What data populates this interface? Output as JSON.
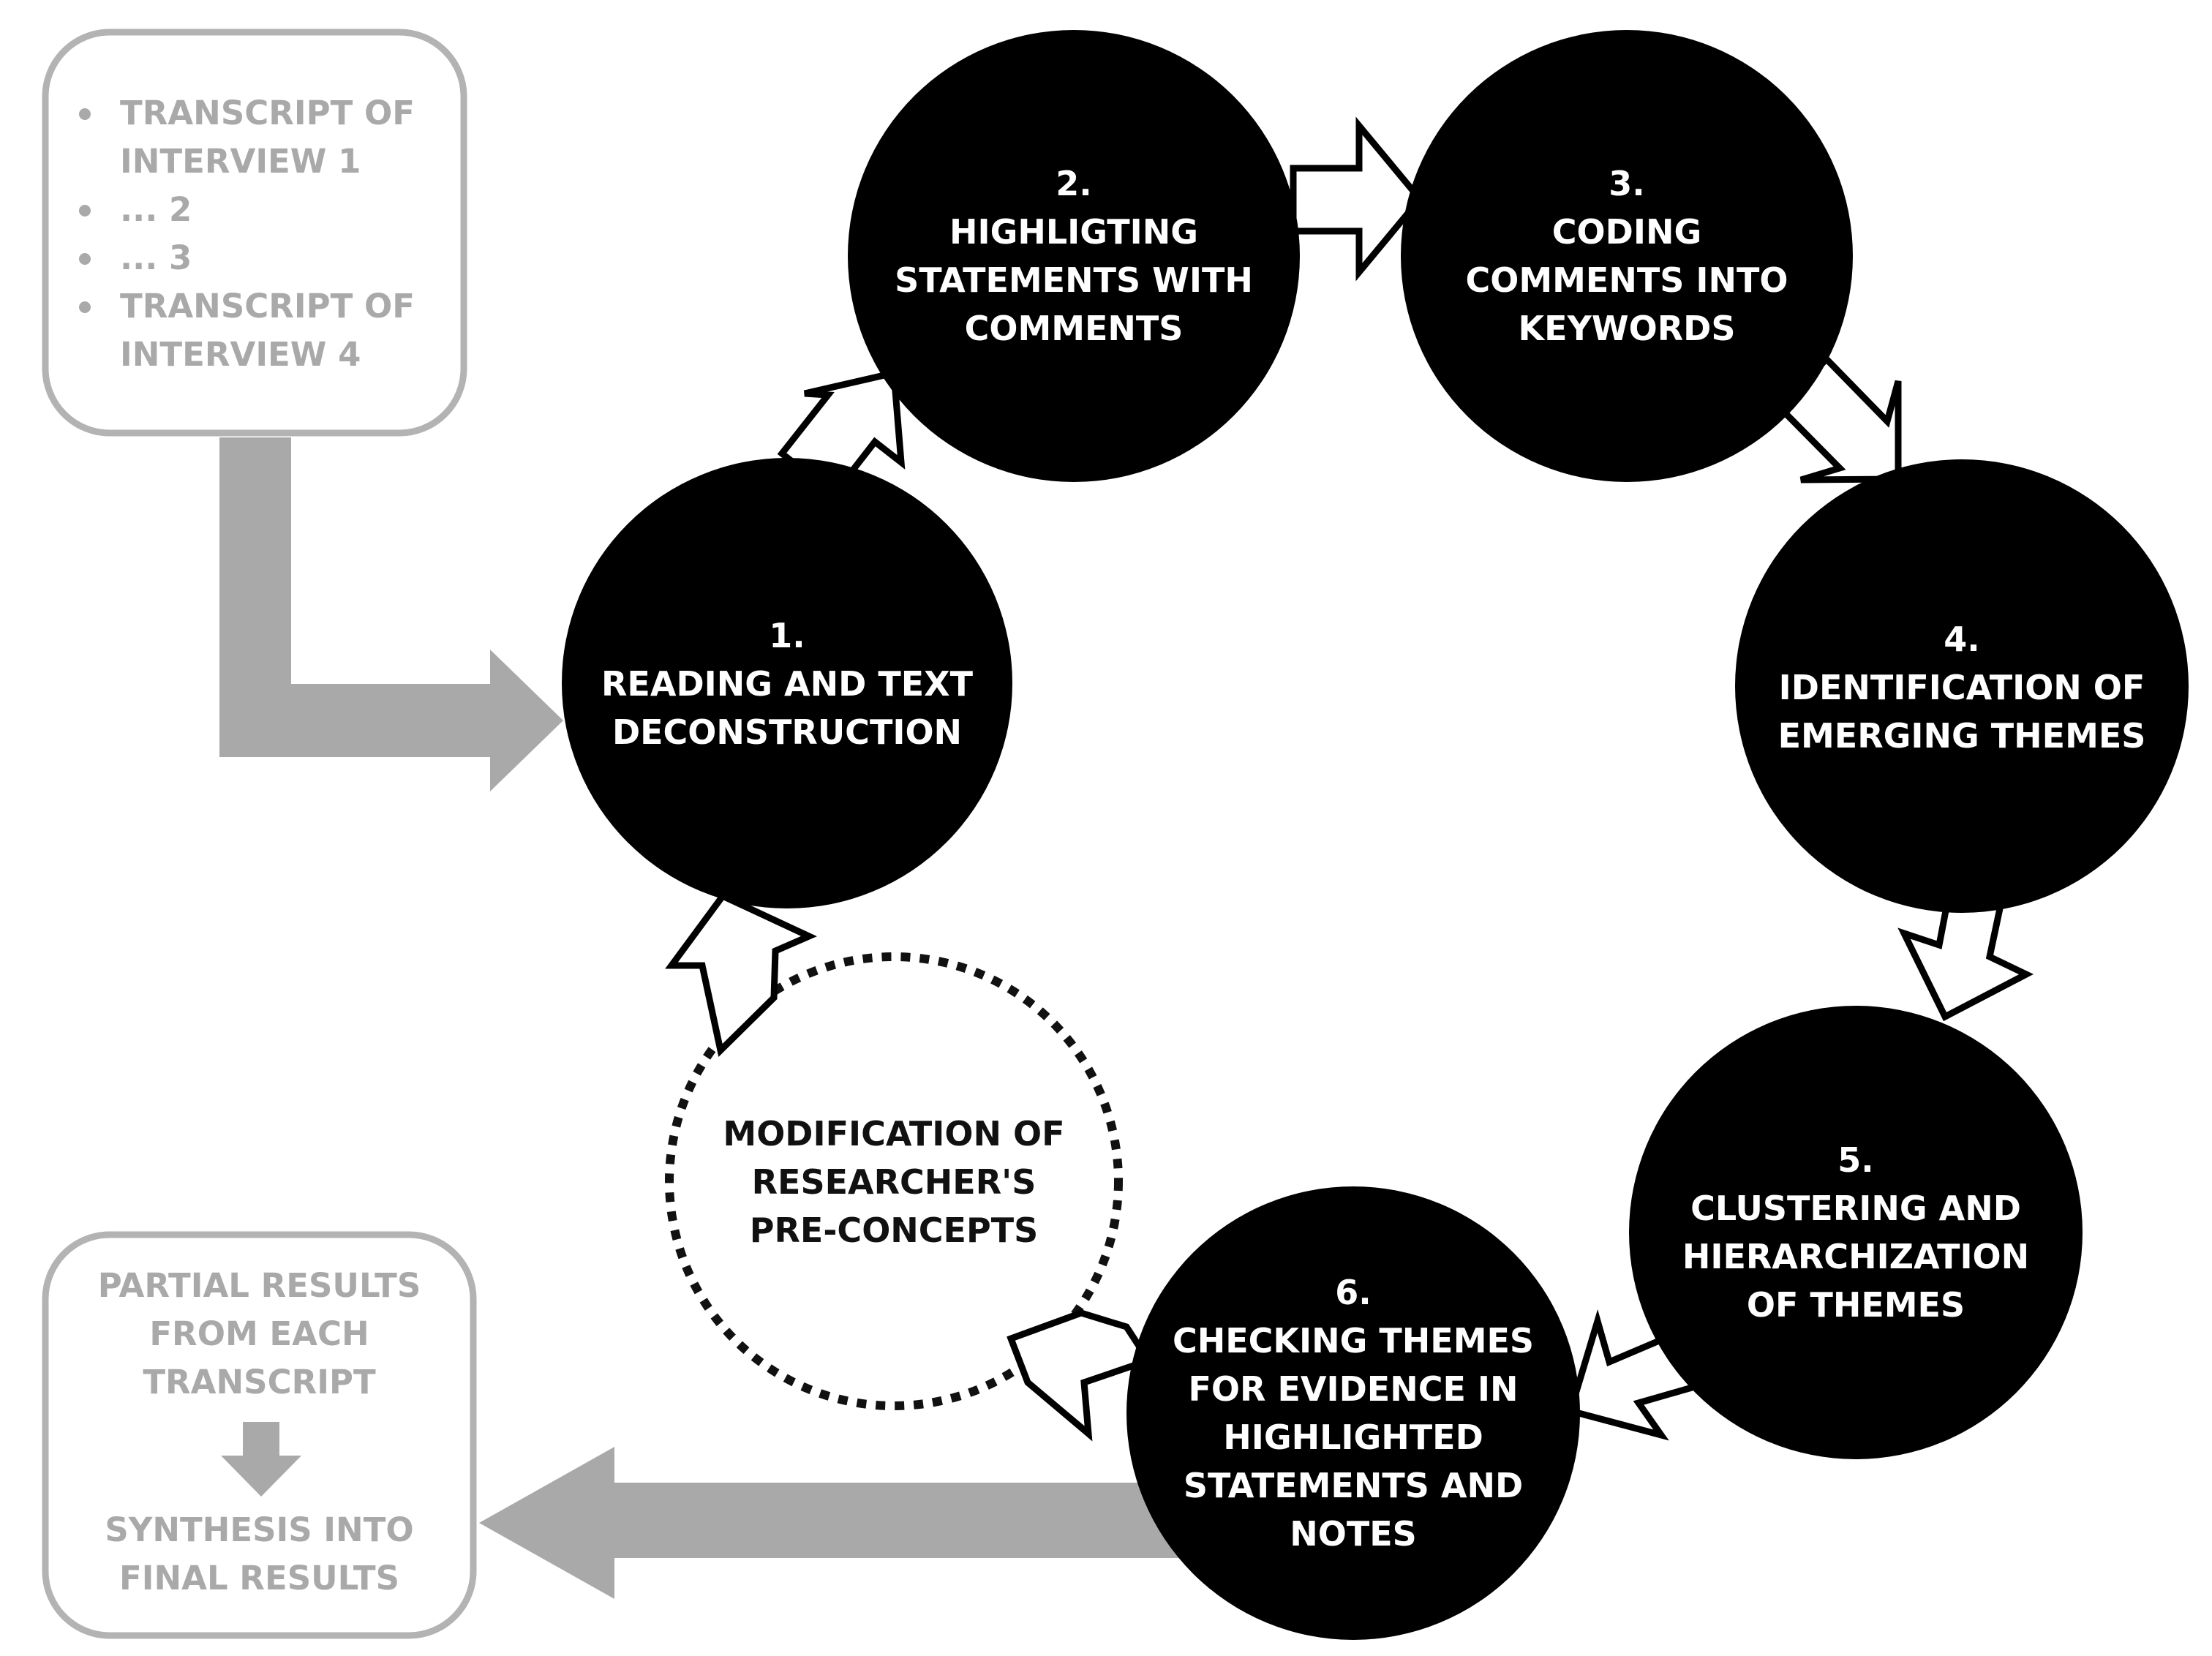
{
  "colors": {
    "circle_fill": "#000000",
    "circle_text": "#ffffff",
    "gray": "#a9a9a9",
    "dotted_text": "#111111"
  },
  "input_box": {
    "items": [
      [
        "TRANSCRIPT OF",
        "INTERVIEW 1"
      ],
      [
        "... 2"
      ],
      [
        "... 3"
      ],
      [
        "TRANSCRIPT OF",
        "INTERVIEW 4"
      ]
    ]
  },
  "steps": [
    {
      "number": "1.",
      "lines": [
        "READING AND TEXT",
        "DECONSTRUCTION"
      ]
    },
    {
      "number": "2.",
      "lines": [
        "HIGHLIGTING",
        "STATEMENTS WITH",
        "COMMENTS"
      ]
    },
    {
      "number": "3.",
      "lines": [
        "CODING",
        "COMMENTS INTO",
        "KEYWORDS"
      ]
    },
    {
      "number": "4.",
      "lines": [
        "IDENTIFICATION OF",
        "EMERGING THEMES"
      ]
    },
    {
      "number": "5.",
      "lines": [
        "CLUSTERING AND",
        "HIERARCHIZATION",
        "OF  THEMES"
      ]
    },
    {
      "number": "6.",
      "lines": [
        "CHECKING THEMES",
        "FOR EVIDENCE IN",
        "HIGHLIGHTED",
        "STATEMENTS AND",
        "NOTES"
      ]
    }
  ],
  "modification": {
    "lines": [
      "MODIFICATION OF",
      "RESEARCHER'S",
      "PRE-CONCEPTS"
    ]
  },
  "output_box": {
    "top_lines": [
      "PARTIAL RESULTS",
      "FROM EACH",
      "TRANSCRIPT"
    ],
    "bottom_lines": [
      "SYNTHESIS INTO",
      "FINAL RESULTS"
    ]
  }
}
